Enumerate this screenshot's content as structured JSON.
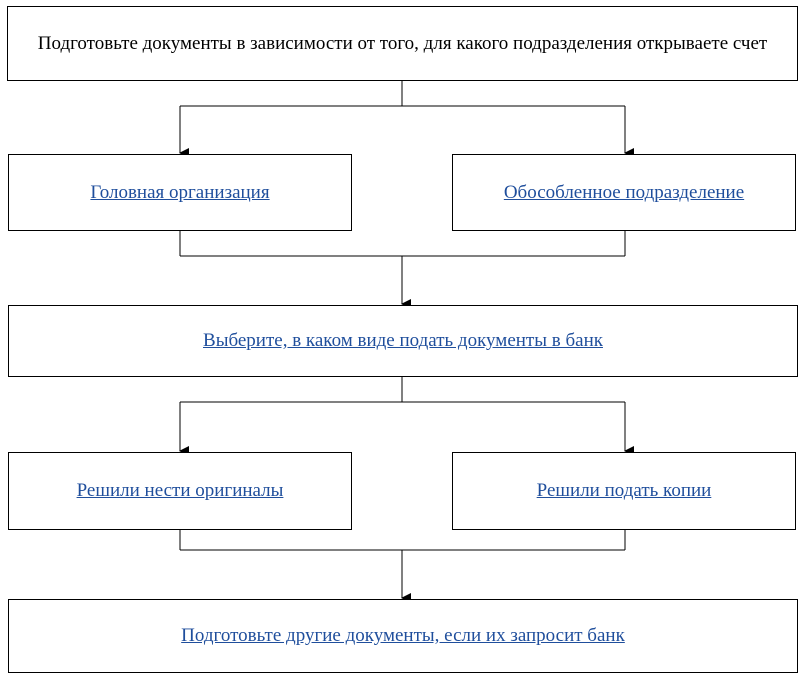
{
  "diagram": {
    "nodes": {
      "top": "Подготовьте документы в зависимости от того, для какого подразделения открываете счет",
      "head_org": "Головная организация",
      "branch": "Обособленное подразделение",
      "mode": "Выберите, в каком виде подать документы в банк",
      "originals": "Решили нести оригиналы",
      "copies": "Решили подать копии",
      "other_docs": "Подготовьте другие документы, если их запросит банк"
    },
    "edges": [
      {
        "from": "top",
        "to": "head_org"
      },
      {
        "from": "top",
        "to": "branch"
      },
      {
        "from": "head_org",
        "to": "mode"
      },
      {
        "from": "branch",
        "to": "mode"
      },
      {
        "from": "mode",
        "to": "originals"
      },
      {
        "from": "mode",
        "to": "copies"
      },
      {
        "from": "originals",
        "to": "other_docs"
      },
      {
        "from": "copies",
        "to": "other_docs"
      }
    ],
    "colors": {
      "link": "#1f4e9c",
      "line": "#000000",
      "border": "#000000"
    }
  }
}
